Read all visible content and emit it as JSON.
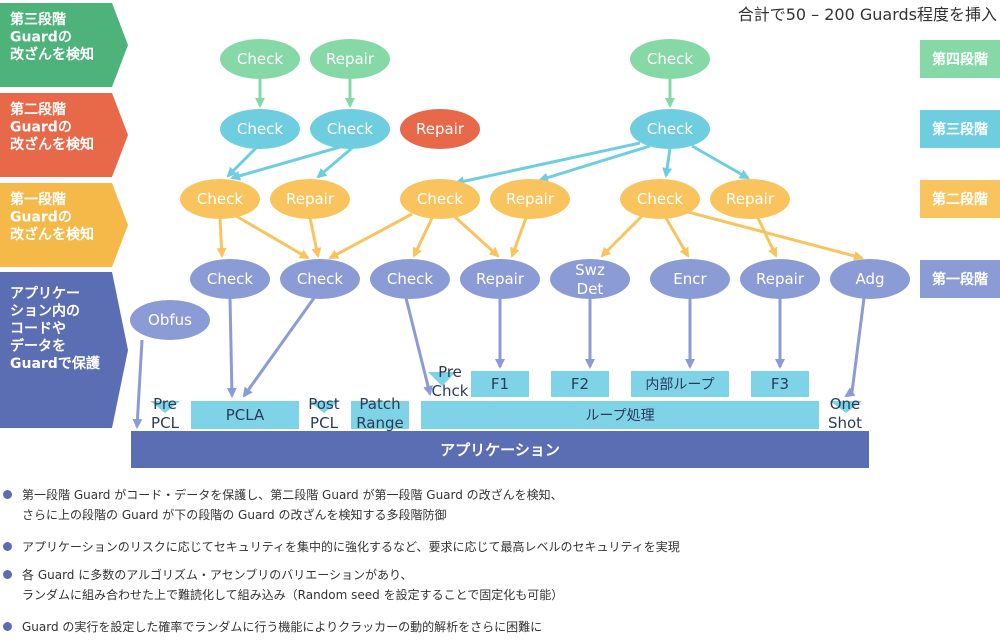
{
  "header_note": "合計で50 – 200 Guards程度を挿入",
  "left_labels": [
    {
      "text": "第三段階\nGuardの\n改ざんを検知",
      "color": "#4db37a"
    },
    {
      "text": "第二段階\nGuardの\n改ざんを検知",
      "color": "#e8694a"
    },
    {
      "text": "第一段階\nGuardの\n改ざんを検知",
      "color": "#f5b94a"
    },
    {
      "text": "アプリケー\nション内の\nコードや\nデータを\nGuardで保護",
      "color": "#5b6db3"
    }
  ],
  "right_labels": [
    {
      "text": "第四段階",
      "color": "#86d9a6"
    },
    {
      "text": "第三段階",
      "color": "#6fcde0"
    },
    {
      "text": "第二段階",
      "color": "#f9c45e"
    },
    {
      "text": "第一段階",
      "color": "#8b9bd6"
    }
  ],
  "nodes": {
    "t4a": "Check",
    "t4b": "Repair",
    "t4c": "Check",
    "t3a": "Check",
    "t3b": "Check",
    "t3c": "Repair",
    "t3d": "Check",
    "t2a": "Check",
    "t2b": "Repair",
    "t2c": "Check",
    "t2d": "Repair",
    "t2e": "Check",
    "t2f": "Repair",
    "t1a": "Check",
    "t1b": "Check",
    "t1c": "Check",
    "t1d": "Repair",
    "t1e": "Swz\nDet",
    "t1f": "Encr",
    "t1g": "Repair",
    "t1h": "Adg",
    "obfus": "Obfus"
  },
  "blocks": {
    "pre_pcl": "Pre\nPCL",
    "pcla": "PCLA",
    "post_pcl": "Post\nPCL",
    "patch_range": "Patch\nRange",
    "pre_chck": "Pre\nChck",
    "loop": "ループ処理",
    "f1": "F1",
    "f2": "F2",
    "inner_loop": "内部ループ",
    "f3": "F3",
    "one_shot": "One\nShot",
    "application": "アプリケーション"
  },
  "colors": {
    "green": "#86d9a6",
    "green_line": "#86d9a6",
    "cyan": "#6fcde0",
    "red": "#e8694a",
    "yellow": "#f9c45e",
    "purple": "#8b9bd6",
    "block": "#7fd3e6",
    "app": "#5b6db3"
  },
  "bullets": [
    "第一段階 Guard がコード・データを保護し、第二段階 Guard が第一段階 Guard の改ざんを検知、\nさらに上の段階の Guard が下の段階の Guard の改ざんを検知する多段階防御",
    "アプリケーションのリスクに応じてセキュリティを集中的に強化するなど、要求に応じて最高レベルのセキュリティを実現",
    "各 Guard に多数のアルゴリズム・アセンブリのバリエーションがあり、\nランダムに組み合わせた上で難読化して組み込み（Random seed を設定することで固定化も可能）",
    "Guard の実行を設定した確率でランダムに行う機能によりクラッカーの動的解析をさらに困難に"
  ]
}
